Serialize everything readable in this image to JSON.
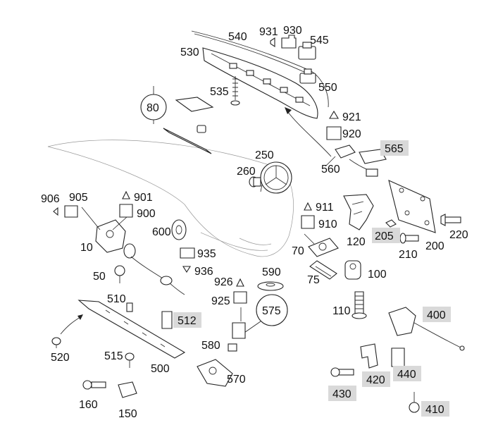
{
  "labels": {
    "p10": "10",
    "p50": "50",
    "p70": "70",
    "p75": "75",
    "p80": "80",
    "p100": "100",
    "p110": "110",
    "p120": "120",
    "p150": "150",
    "p160": "160",
    "p200": "200",
    "p205": "205",
    "p210": "210",
    "p220": "220",
    "p250": "250",
    "p260": "260",
    "p400": "400",
    "p410": "410",
    "p420": "420",
    "p430": "430",
    "p440": "440",
    "p500": "500",
    "p510": "510",
    "p512": "512",
    "p515": "515",
    "p520": "520",
    "p530": "530",
    "p535": "535",
    "p540": "540",
    "p545": "545",
    "p550": "550",
    "p560": "560",
    "p565": "565",
    "p570": "570",
    "p575": "575",
    "p580": "580",
    "p590": "590",
    "p600": "600",
    "p900": "900",
    "p901": "901",
    "p905": "905",
    "p906": "906",
    "p910": "910",
    "p911": "911",
    "p920": "920",
    "p921": "921",
    "p925": "925",
    "p926": "926",
    "p930": "930",
    "p931": "931",
    "p935": "935",
    "p936": "936"
  },
  "colors": {
    "highlight": "#d9d9d9",
    "ink": "#222222",
    "outline": "#999999"
  }
}
